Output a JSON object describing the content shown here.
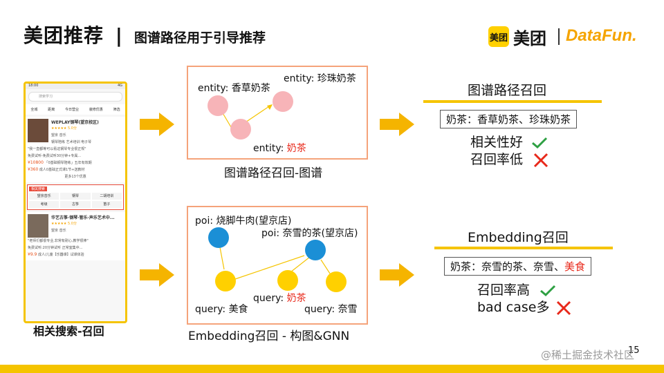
{
  "header": {
    "title": "美团推荐",
    "divider": "|",
    "subtitle": "图谱路径用于引导推荐",
    "logo_badge": "美团",
    "logo_text": "美团",
    "logo_sep": "|",
    "logo_partner": "DataFun."
  },
  "phone": {
    "status_left": "18:00",
    "status_right": "4G",
    "search_text": "搜索学习",
    "filters": [
      "全城",
      "距离",
      "今日营业",
      "装修优惠",
      "筛选"
    ],
    "card1": {
      "name": "WEPLAY钢琴(望京校区)",
      "rating": "★★★★★ 5.0分",
      "meta": "望京 音乐",
      "tags": "钢琴陪练 艺术培训 电子琴",
      "quote": "\"我一直都等可以看这钢琴专业很正规\"",
      "offer": "免费试听-免费试听30分钟+专属...",
      "price1": "¥10800",
      "deal1": "「0基础钢琴陪练」五年有效期",
      "price2": "¥360",
      "deal2": "成人0基础正式课1节+送教材",
      "more": "更多13个优惠"
    },
    "related": {
      "tag": "相关搜索",
      "items": [
        "望京音乐",
        "钢琴",
        "二胡培训",
        "考级",
        "古筝",
        "笛子"
      ]
    },
    "card2": {
      "name": "华艺古筝·钢琴·管乐·声乐艺术中...",
      "rating": "★★★★★ 5.0分",
      "meta": "望京 音乐",
      "quote": "\"老师们都很专业,非常有耐心,教学很棒\"",
      "offer": "免费试听:20分钟试听 正常室集中...",
      "price": "¥9.9",
      "deal": "成人/儿童【乐器课】试课体验"
    },
    "caption": "相关搜索-召回"
  },
  "graph1": {
    "label_left": "entity: 香草奶茶",
    "label_right": "entity: 珍珠奶茶",
    "label_bottom_prefix": "entity: ",
    "label_bottom_red": "奶茶",
    "caption": "图谱路径召回-图谱"
  },
  "graph2": {
    "poi1": "poi: 烧脚牛肉(望京店)",
    "poi2": "poi: 奈雪的茶(望京店)",
    "q1": "query: 美食",
    "q2_prefix": "query: ",
    "q2_red": "奶茶",
    "q3": "query: 奈雪",
    "caption": "Embedding召回 - 构图&GNN"
  },
  "result1": {
    "title": "图谱路径召回",
    "box": "奶茶：香草奶茶、珍珠奶茶",
    "good": "相关性好",
    "bad": "召回率低"
  },
  "result2": {
    "title": "Embedding召回",
    "box_prefix": "奶茶：奈雪的茶、奈雪、",
    "box_red": "美食",
    "good": "召回率高",
    "bad": "bad case多"
  },
  "footer": {
    "page": "15",
    "watermark": "@稀土掘金技术社区"
  },
  "colors": {
    "brand_yellow": "#f5c400",
    "arrow_orange": "#f5b400",
    "entity_node": "#f7b4b8",
    "poi_node": "#1b8fd6",
    "query_node": "#ffd000",
    "check_green": "#2ea043",
    "cross_red": "#e8281a",
    "emphasis_red": "#e8281a"
  }
}
